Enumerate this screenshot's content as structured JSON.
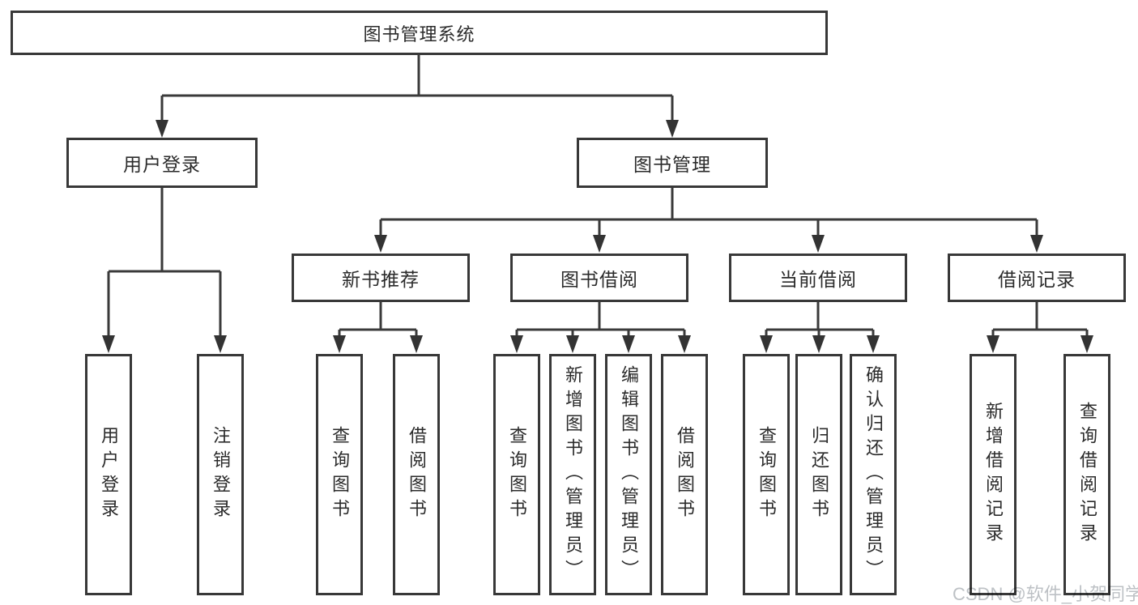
{
  "diagram": {
    "title": "图书管理系统",
    "level2": [
      {
        "label": "用户登录"
      },
      {
        "label": "图书管理"
      }
    ],
    "level3": [
      {
        "label": "新书推荐",
        "parent": "图书管理"
      },
      {
        "label": "图书借阅",
        "parent": "图书管理"
      },
      {
        "label": "当前借阅",
        "parent": "图书管理"
      },
      {
        "label": "借阅记录",
        "parent": "图书管理"
      }
    ],
    "leaves": [
      {
        "label": "用户登录",
        "parent": "用户登录"
      },
      {
        "label": "注销登录",
        "parent": "用户登录"
      },
      {
        "label": "查询图书",
        "parent": "新书推荐"
      },
      {
        "label": "借阅图书",
        "parent": "新书推荐"
      },
      {
        "label": "查询图书",
        "parent": "图书借阅"
      },
      {
        "label": "新增图书（管理员）",
        "parent": "图书借阅"
      },
      {
        "label": "编辑图书（管理员）",
        "parent": "图书借阅"
      },
      {
        "label": "借阅图书",
        "parent": "图书借阅"
      },
      {
        "label": "查询图书",
        "parent": "当前借阅"
      },
      {
        "label": "归还图书",
        "parent": "当前借阅"
      },
      {
        "label": "确认归还（管理员）",
        "parent": "当前借阅"
      },
      {
        "label": "新增借阅记录",
        "parent": "借阅记录"
      },
      {
        "label": "查询借阅记录",
        "parent": "借阅记录"
      }
    ]
  },
  "watermark": {
    "text": "CSDN @软件_小贺同学"
  },
  "colors": {
    "line": "#3a3a3a",
    "box_border": "#383838",
    "text": "#2b2b2b",
    "watermark": "#bdc1c5",
    "background": "#ffffff"
  }
}
